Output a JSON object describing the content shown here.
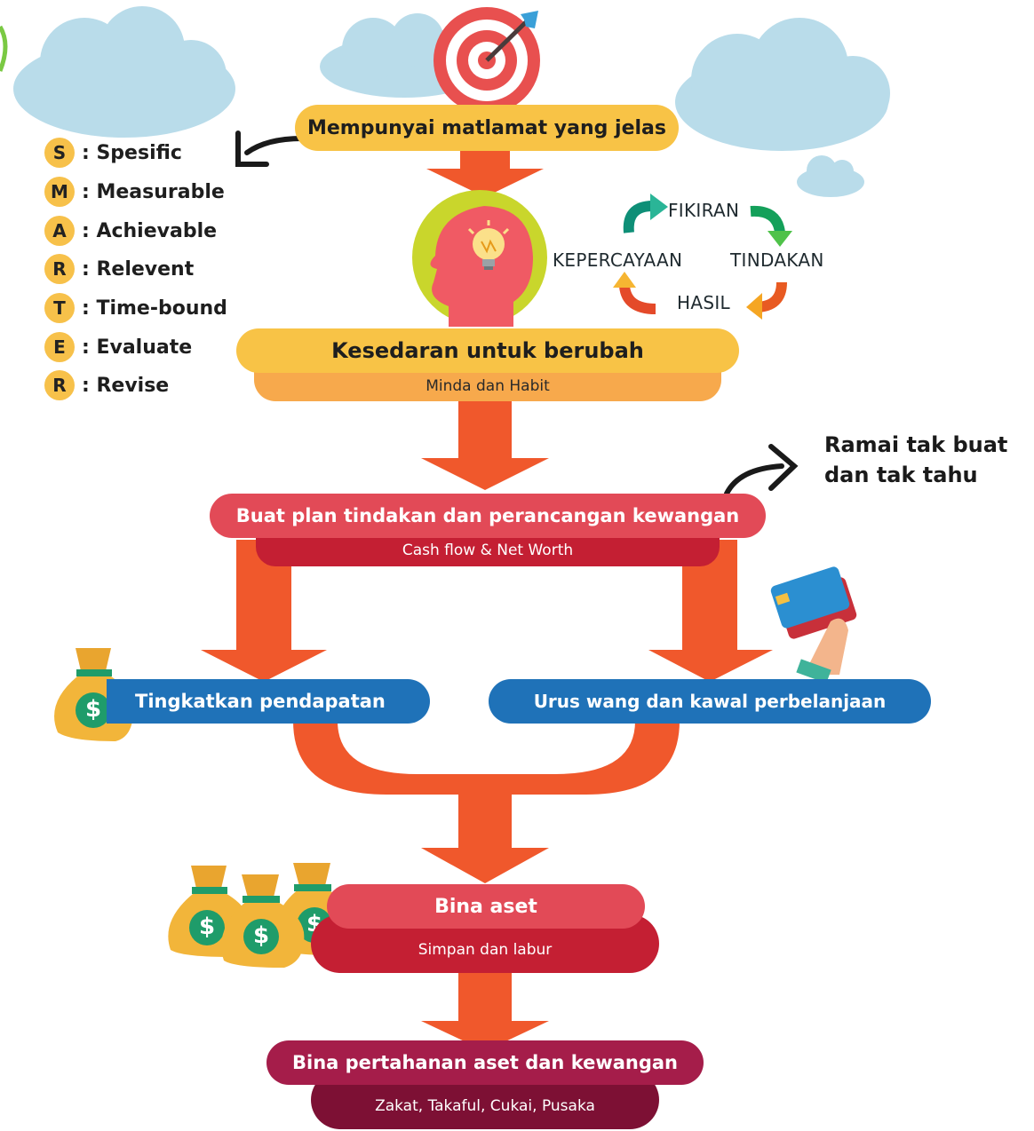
{
  "goal": {
    "title": "Mempunyai matlamat yang jelas"
  },
  "smart": [
    {
      "letter": "S",
      "text": ": Spesific"
    },
    {
      "letter": "M",
      "text": ": Measurable"
    },
    {
      "letter": "A",
      "text": ": Achievable"
    },
    {
      "letter": "R",
      "text": ": Relevent"
    },
    {
      "letter": "T",
      "text": ": Time-bound"
    },
    {
      "letter": "E",
      "text": ": Evaluate"
    },
    {
      "letter": "R",
      "text": ": Revise"
    }
  ],
  "cycle": {
    "top": "FIKIRAN",
    "right": "TINDAKAN",
    "bottom": "HASIL",
    "left": "KEPERCAYAAN"
  },
  "awareness": {
    "title": "Kesedaran untuk berubah",
    "subtitle": "Minda dan Habit"
  },
  "plan": {
    "title": "Buat plan tindakan dan perancangan kewangan",
    "subtitle": "Cash flow & Net Worth"
  },
  "note": {
    "line1": "Ramai tak buat",
    "line2": "dan tak tahu"
  },
  "income": {
    "title": "Tingkatkan pendapatan"
  },
  "spending": {
    "title": "Urus wang dan kawal perbelanjaan"
  },
  "assets": {
    "title": "Bina aset",
    "subtitle": "Simpan dan labur"
  },
  "protection": {
    "title": "Bina pertahanan aset dan kewangan",
    "subtitle": "Zakat, Takaful, Cukai, Pusaka"
  },
  "money_symbol": "$",
  "colors": {
    "arrow": "#f0582c",
    "yellow": "#f8c346",
    "orange_sub": "#f7a94c",
    "red": "#e24a57",
    "red_dark": "#c41f33",
    "blue": "#1f72b8",
    "maroon": "#a51d4a",
    "maroon_dark": "#7d1034",
    "cloud": "#b9dcea",
    "lime": "#c9d62c",
    "head": "#f05a64",
    "money_bag": "#f2b53a",
    "money_band": "#1f9c6a"
  }
}
